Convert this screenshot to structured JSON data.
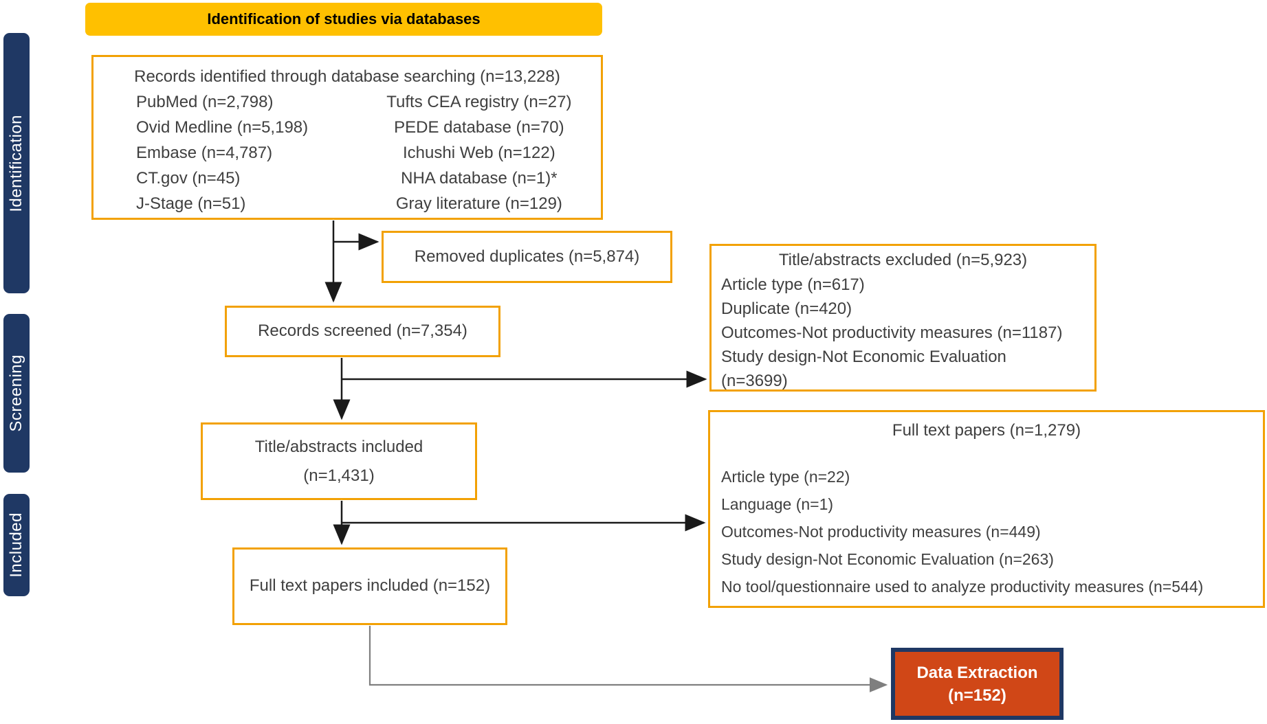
{
  "header": {
    "title": "Identification of studies via databases"
  },
  "sidebar": {
    "identification": "Identification",
    "screening": "Screening",
    "included": "Included"
  },
  "boxes": {
    "identified": {
      "title": "Records identified through database searching (n=13,228)",
      "left": [
        "PubMed (n=2,798)",
        "Ovid Medline (n=5,198)",
        "Embase (n=4,787)",
        "CT.gov (n=45)",
        "J-Stage (n=51)"
      ],
      "right": [
        "Tufts CEA registry (n=27)",
        "PEDE database (n=70)",
        "Ichushi Web (n=122)",
        "NHA database (n=1)*",
        "Gray literature (n=129)"
      ]
    },
    "removed_duplicates": {
      "label": "Removed duplicates (n=5,874)"
    },
    "records_screened": {
      "label": "Records screened (n=7,354)"
    },
    "excluded": {
      "title": "Title/abstracts excluded (n=5,923)",
      "items": [
        "Article type (n=617)",
        "Duplicate (n=420)",
        "Outcomes-Not productivity measures (n=1187)",
        "Study design-Not Economic Evaluation",
        "(n=3699)"
      ]
    },
    "title_abstracts_included": {
      "line1": "Title/abstracts included",
      "line2": "(n=1,431)"
    },
    "full_text_papers": {
      "title": "Full text papers (n=1,279)",
      "items": [
        "Article type (n=22)",
        "Language (n=1)",
        "Outcomes-Not productivity measures (n=449)",
        "Study design-Not Economic Evaluation (n=263)",
        "No tool/questionnaire used to analyze productivity measures (n=544)"
      ]
    },
    "full_text_included": {
      "label": "Full text papers included (n=152)"
    },
    "data_extraction": {
      "line1": "Data Extraction",
      "line2": "(n=152)"
    }
  },
  "colors": {
    "gold_banner": "#FFC000",
    "navy": "#1F3864",
    "orange": "#F2A104",
    "extraction_red": "#D04717",
    "body_text": "#3F3F3F",
    "connector_black": "#1A1A1A",
    "connector_gray": "#7F7F7F"
  }
}
